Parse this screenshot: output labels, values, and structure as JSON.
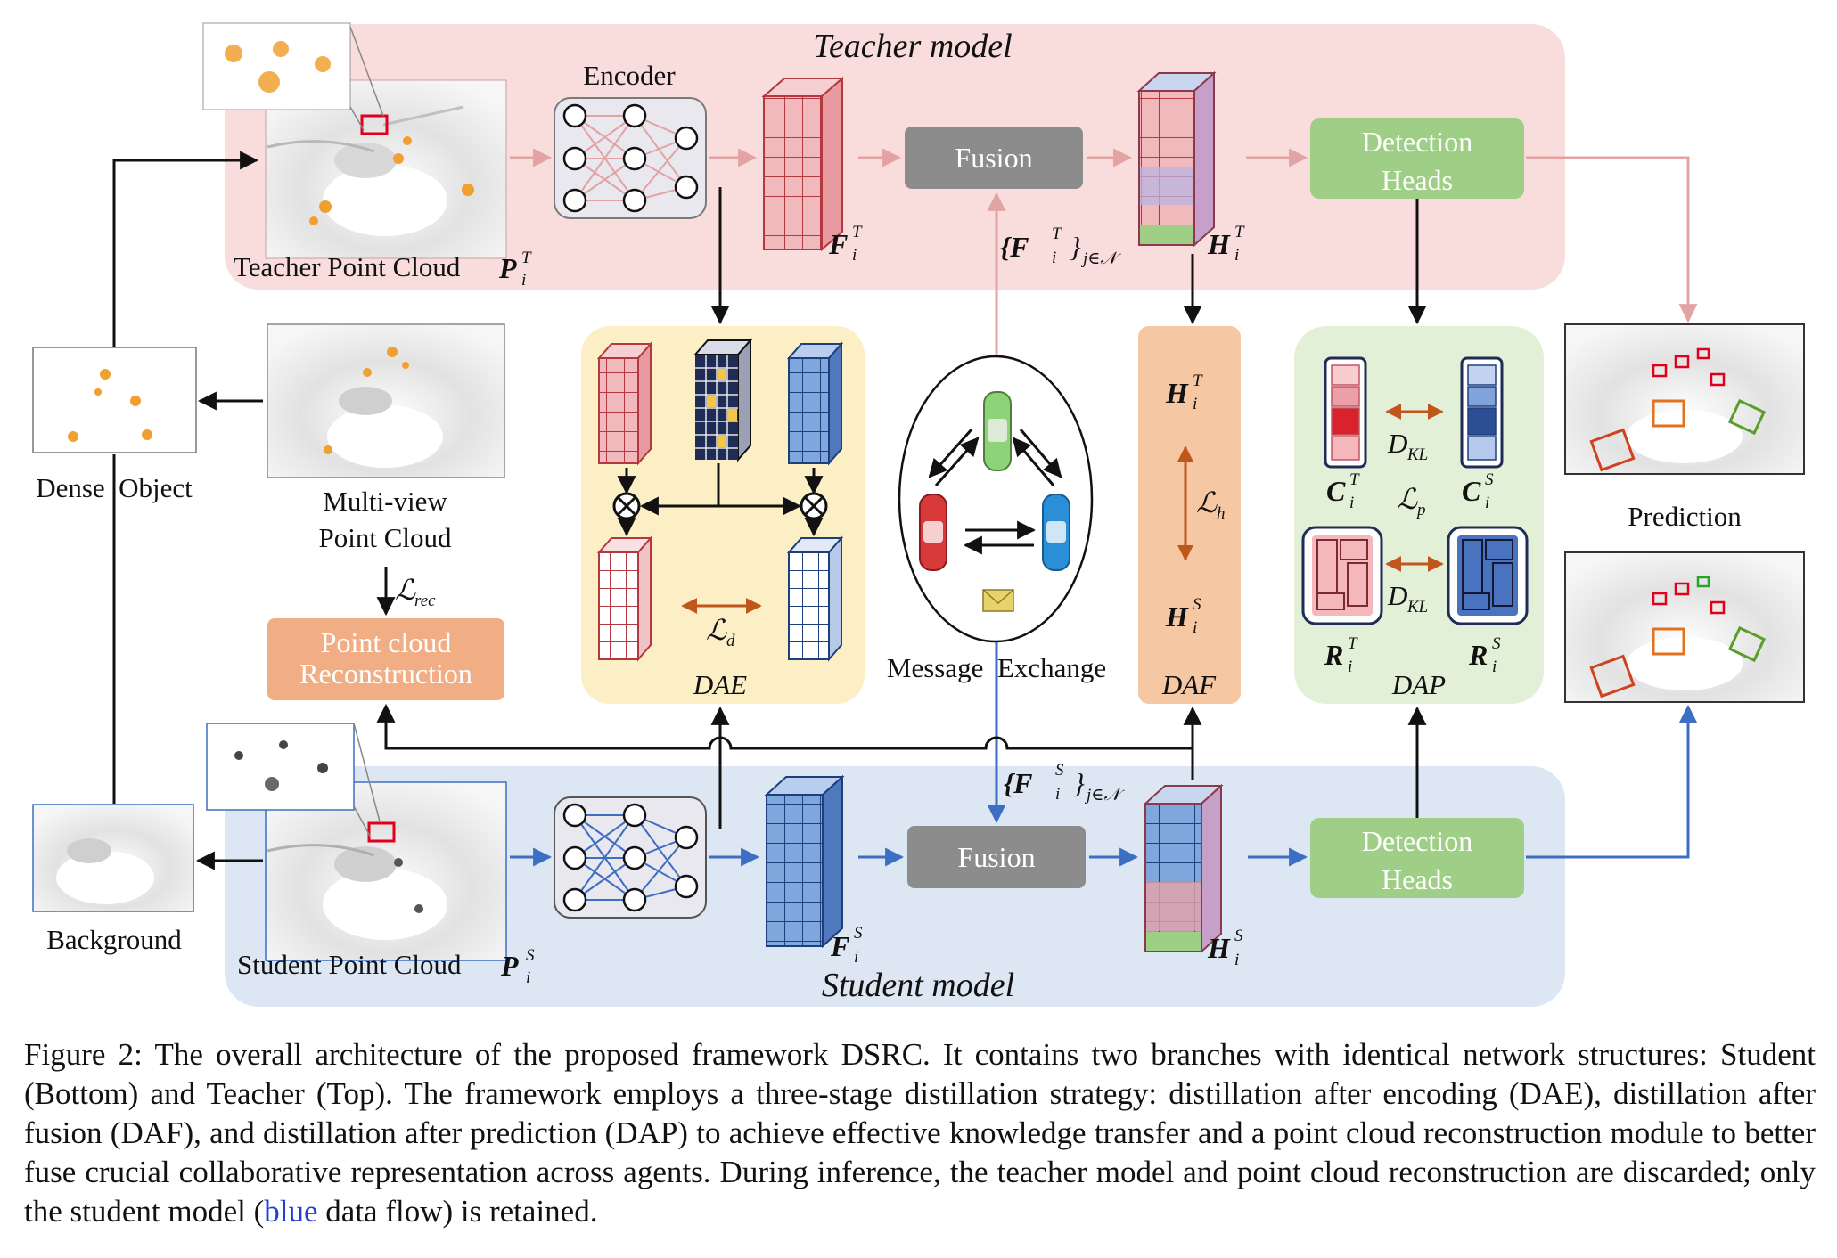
{
  "figure": {
    "teacher_title": "Teacher model",
    "student_title": "Student model",
    "encoder_label": "Encoder",
    "fusion_label": "Fusion",
    "detection_heads_line1": "Detection",
    "detection_heads_line2": "Heads",
    "teacher_point_cloud": "Teacher Point Cloud",
    "teacher_point_cloud_sym": "P",
    "student_point_cloud": "Student Point Cloud",
    "student_point_cloud_sym": "P",
    "dense_object": "Dense  Object",
    "background": "Background",
    "multiview_line1": "Multi-view",
    "multiview_line2": "Point Cloud",
    "loss_rec": "ℒ",
    "loss_rec_sub": "rec",
    "reconstruction_line1": "Point cloud",
    "reconstruction_line2": "Reconstruction",
    "feature_teacher": "F",
    "feature_student": "F",
    "fused_teacher": "H",
    "fused_student": "H",
    "neighbor_teacher": "{F",
    "neighbor_student": "{F",
    "neighbor_sub": "j∈𝒩",
    "dae_label": "DAE",
    "loss_d": "ℒ",
    "loss_d_sub": "d",
    "message_exchange": "Message  Exchange",
    "daf_label": "DAF",
    "daf_h_teacher": "H",
    "daf_h_student": "H",
    "loss_h": "ℒ",
    "loss_h_sub": "h",
    "dap_label": "DAP",
    "dkl": "D",
    "dkl_sub": "KL",
    "loss_p": "ℒ",
    "loss_p_sub": "p",
    "c_teacher": "C",
    "c_student": "C",
    "r_teacher": "R",
    "r_student": "R",
    "sup_T": "T",
    "sup_S": "S",
    "sub_i": "i",
    "prediction_label": "Prediction"
  },
  "caption": {
    "part1": "Figure 2: The overall architecture of the proposed framework DSRC. It contains two branches with identical network structures: Student (Bottom) and Teacher (Top). The framework employs a three-stage distillation strategy: distillation after encoding (DAE), distillation after fusion (DAF), and distillation after prediction (DAP) to achieve effective knowledge transfer and a point cloud reconstruction module to better fuse crucial collaborative representation across agents. During inference, the teacher model and point cloud reconstruction are discarded; only the student model (",
    "blue_word": "blue",
    "part2": " data flow) is retained."
  },
  "colors": {
    "teacher_bg": "#f9dcdc",
    "student_bg": "#dde7f3",
    "teacher_flow": "#e3a3a3",
    "student_flow": "#3c6fc4",
    "fusion_box": "#8c8c8c",
    "heads_box": "#9fcf86",
    "reconstruction_box": "#f1ae84",
    "dae_bg": "#fcefc6",
    "daf_bg": "#f6c7a3",
    "dap_bg": "#e3f0d8",
    "teacher_cube": "#e8a4a8",
    "student_cube": "#5d8bd0",
    "arrow_orange": "#c0561b"
  }
}
